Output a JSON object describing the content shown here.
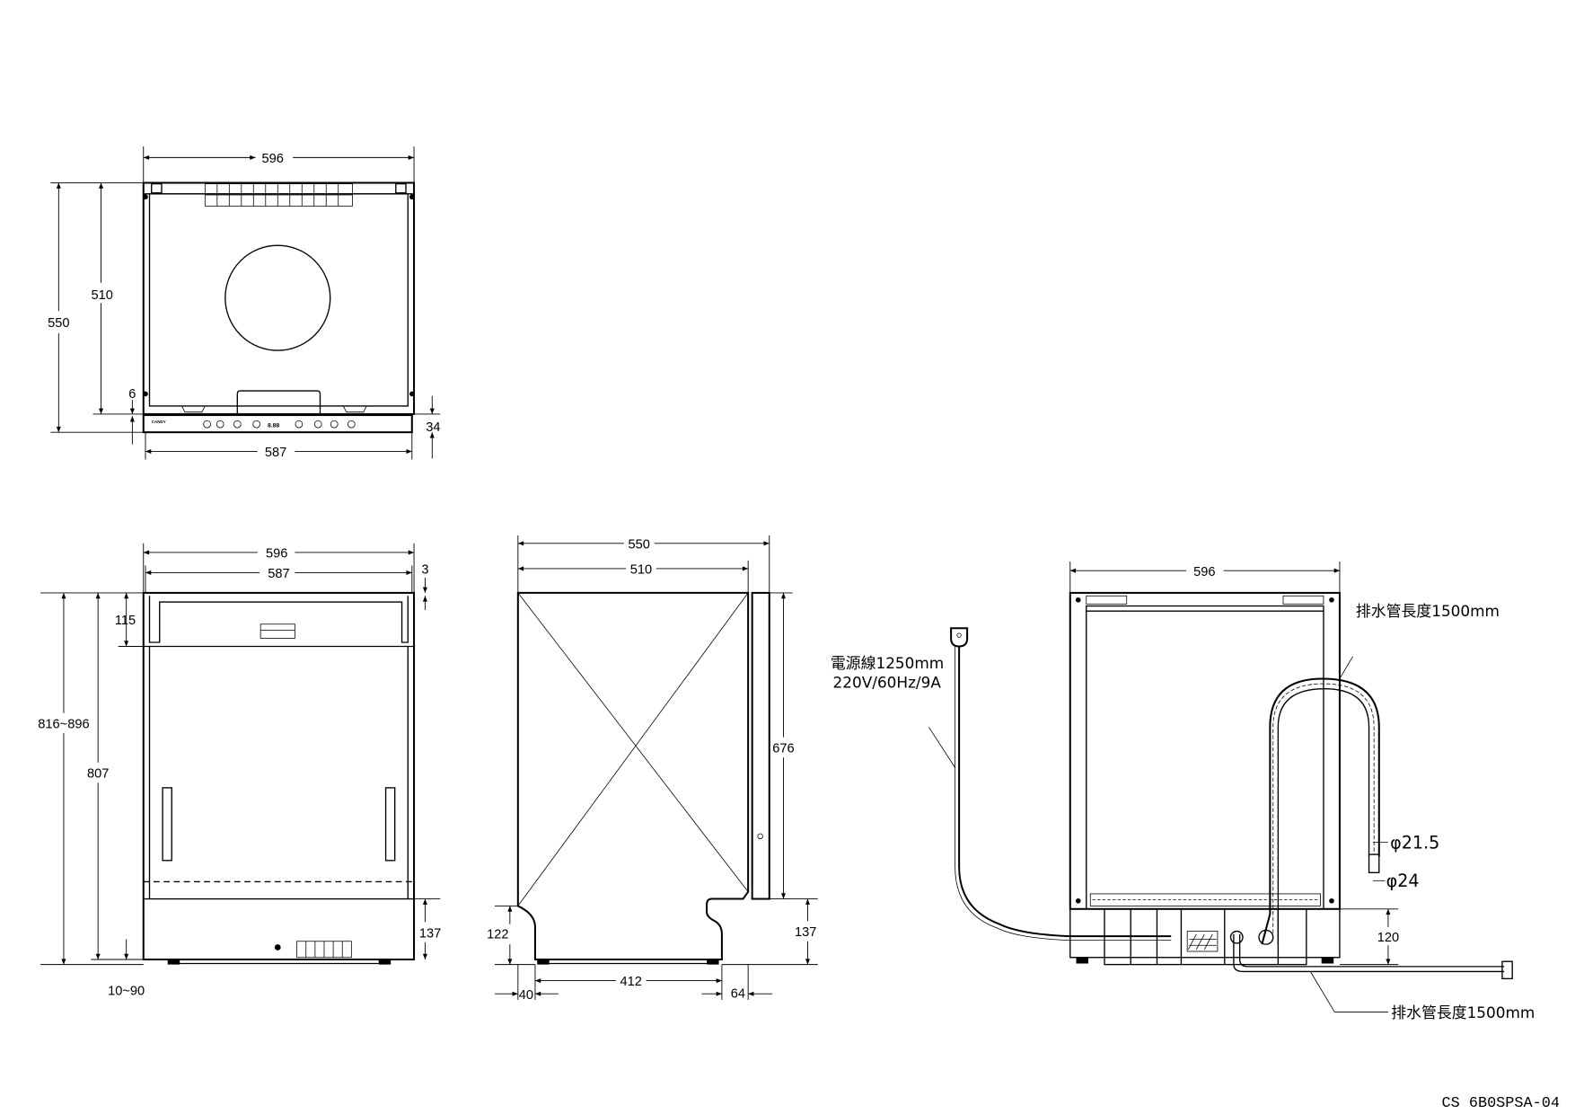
{
  "top_view": {
    "width": "596",
    "depth": "550",
    "inner_depth": "510",
    "gap": "6",
    "panel_height": "34",
    "panel_width": "587"
  },
  "front_view": {
    "width": "596",
    "inner_width": "587",
    "top_gap": "3",
    "top_section": "115",
    "height_range": "816~896",
    "body_height": "807",
    "plinth": "137",
    "foot_range": "10~90"
  },
  "side_view": {
    "depth": "550",
    "body_depth": "510",
    "door_height": "676",
    "plinth": "137",
    "base_height": "122",
    "foot_span": "412",
    "front_offset": "40",
    "rear_offset": "64"
  },
  "back_view": {
    "width": "596",
    "base_height": "120",
    "power_cord_line1": "電源線1250mm",
    "power_cord_line2": "220V/60Hz/9A",
    "drain_hose_top": "排水管長度1500mm",
    "drain_hose_bottom": "排水管長度1500mm",
    "hose_diameter_inner": "φ21.5",
    "hose_diameter_outer": "φ24"
  },
  "drawing_number": "CS 6B0SPSA-04"
}
